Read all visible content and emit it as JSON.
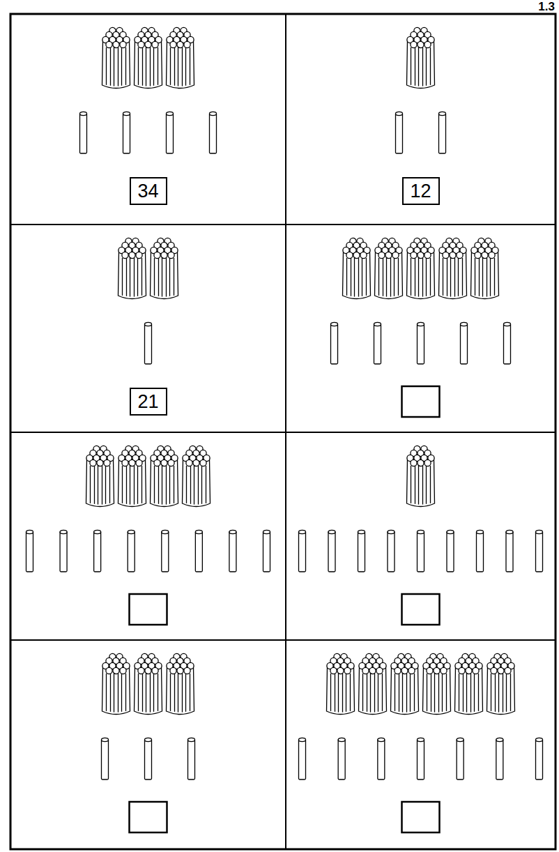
{
  "diagram": {
    "nodes": [
      {
        "text": [
          "34"
        ]
      },
      {
        "text": [
          "12"
        ]
      },
      {
        "text": [
          "21"
        ]
      }
    ],
    "labels": [
      "1.3"
    ]
  }
}
